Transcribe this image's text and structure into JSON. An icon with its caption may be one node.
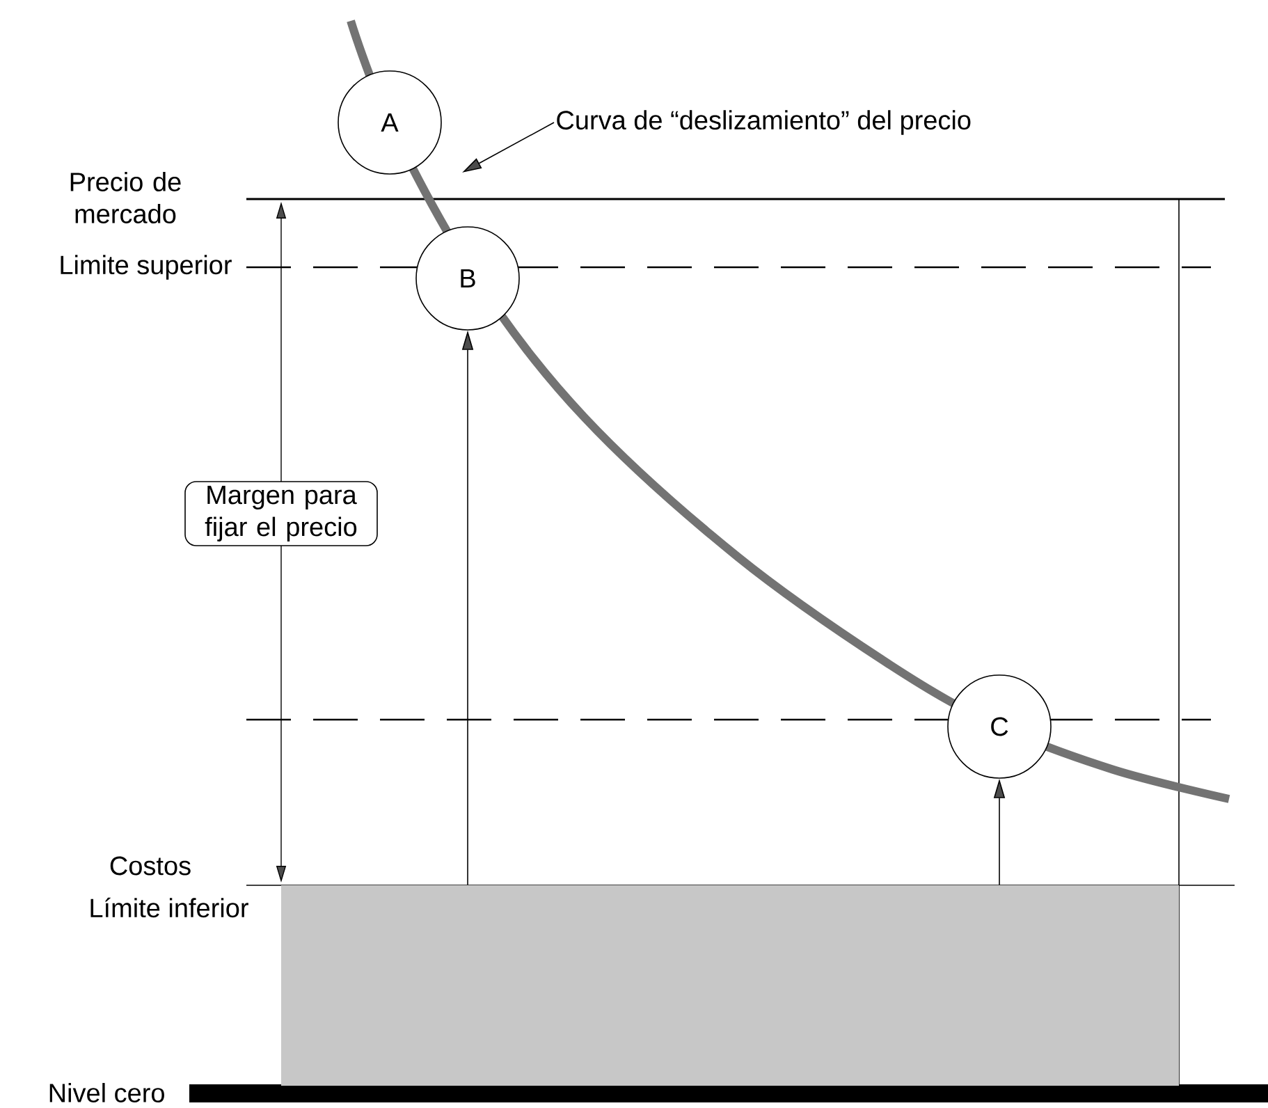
{
  "diagram": {
    "nodes": [
      {
        "text": [
          "A"
        ]
      },
      {
        "text": [
          "B"
        ]
      },
      {
        "text": [
          "C"
        ]
      },
      {
        "text": [
          "Curva de “deslizamiento” del precio"
        ]
      },
      {
        "text": [
          "Margen para fijar el precio"
        ]
      },
      {
        "text": [],
        "shape": "box"
      }
    ],
    "edges": [
      {
        "from": 3,
        "to": null,
        "arrow": "to"
      },
      {
        "from": 5,
        "to": 1,
        "arrow": "to"
      },
      {
        "from": 5,
        "to": 2,
        "arrow": "to"
      }
    ],
    "labels": [
      "Precio de mercado",
      "Limite superior",
      "Costos",
      "Límite inferior",
      "Nivel cero"
    ]
  }
}
